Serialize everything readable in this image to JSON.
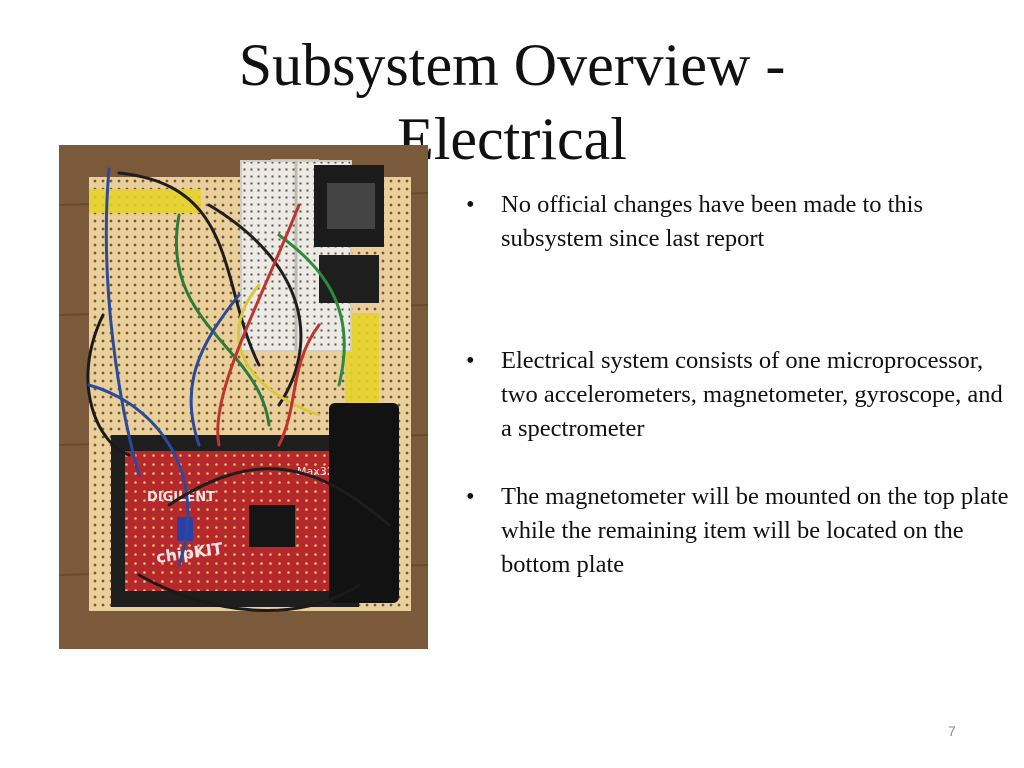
{
  "slide": {
    "title_line1": "Subsystem Overview -",
    "title_line2": "Electrical",
    "bullets": [
      "No official changes have been made to this subsystem since last report",
      "Electrical system consists of one microprocessor, two accelerometers, magnetometer, gyroscope, and a spectrometer",
      "The magnetometer will be mounted on the top plate while the remaining item will be located on the bottom plate"
    ],
    "bullet_glyph": "•",
    "page_number": "7"
  },
  "photo": {
    "board_labels": [
      "DIGILENT",
      "chipKIT",
      "Max32"
    ]
  }
}
